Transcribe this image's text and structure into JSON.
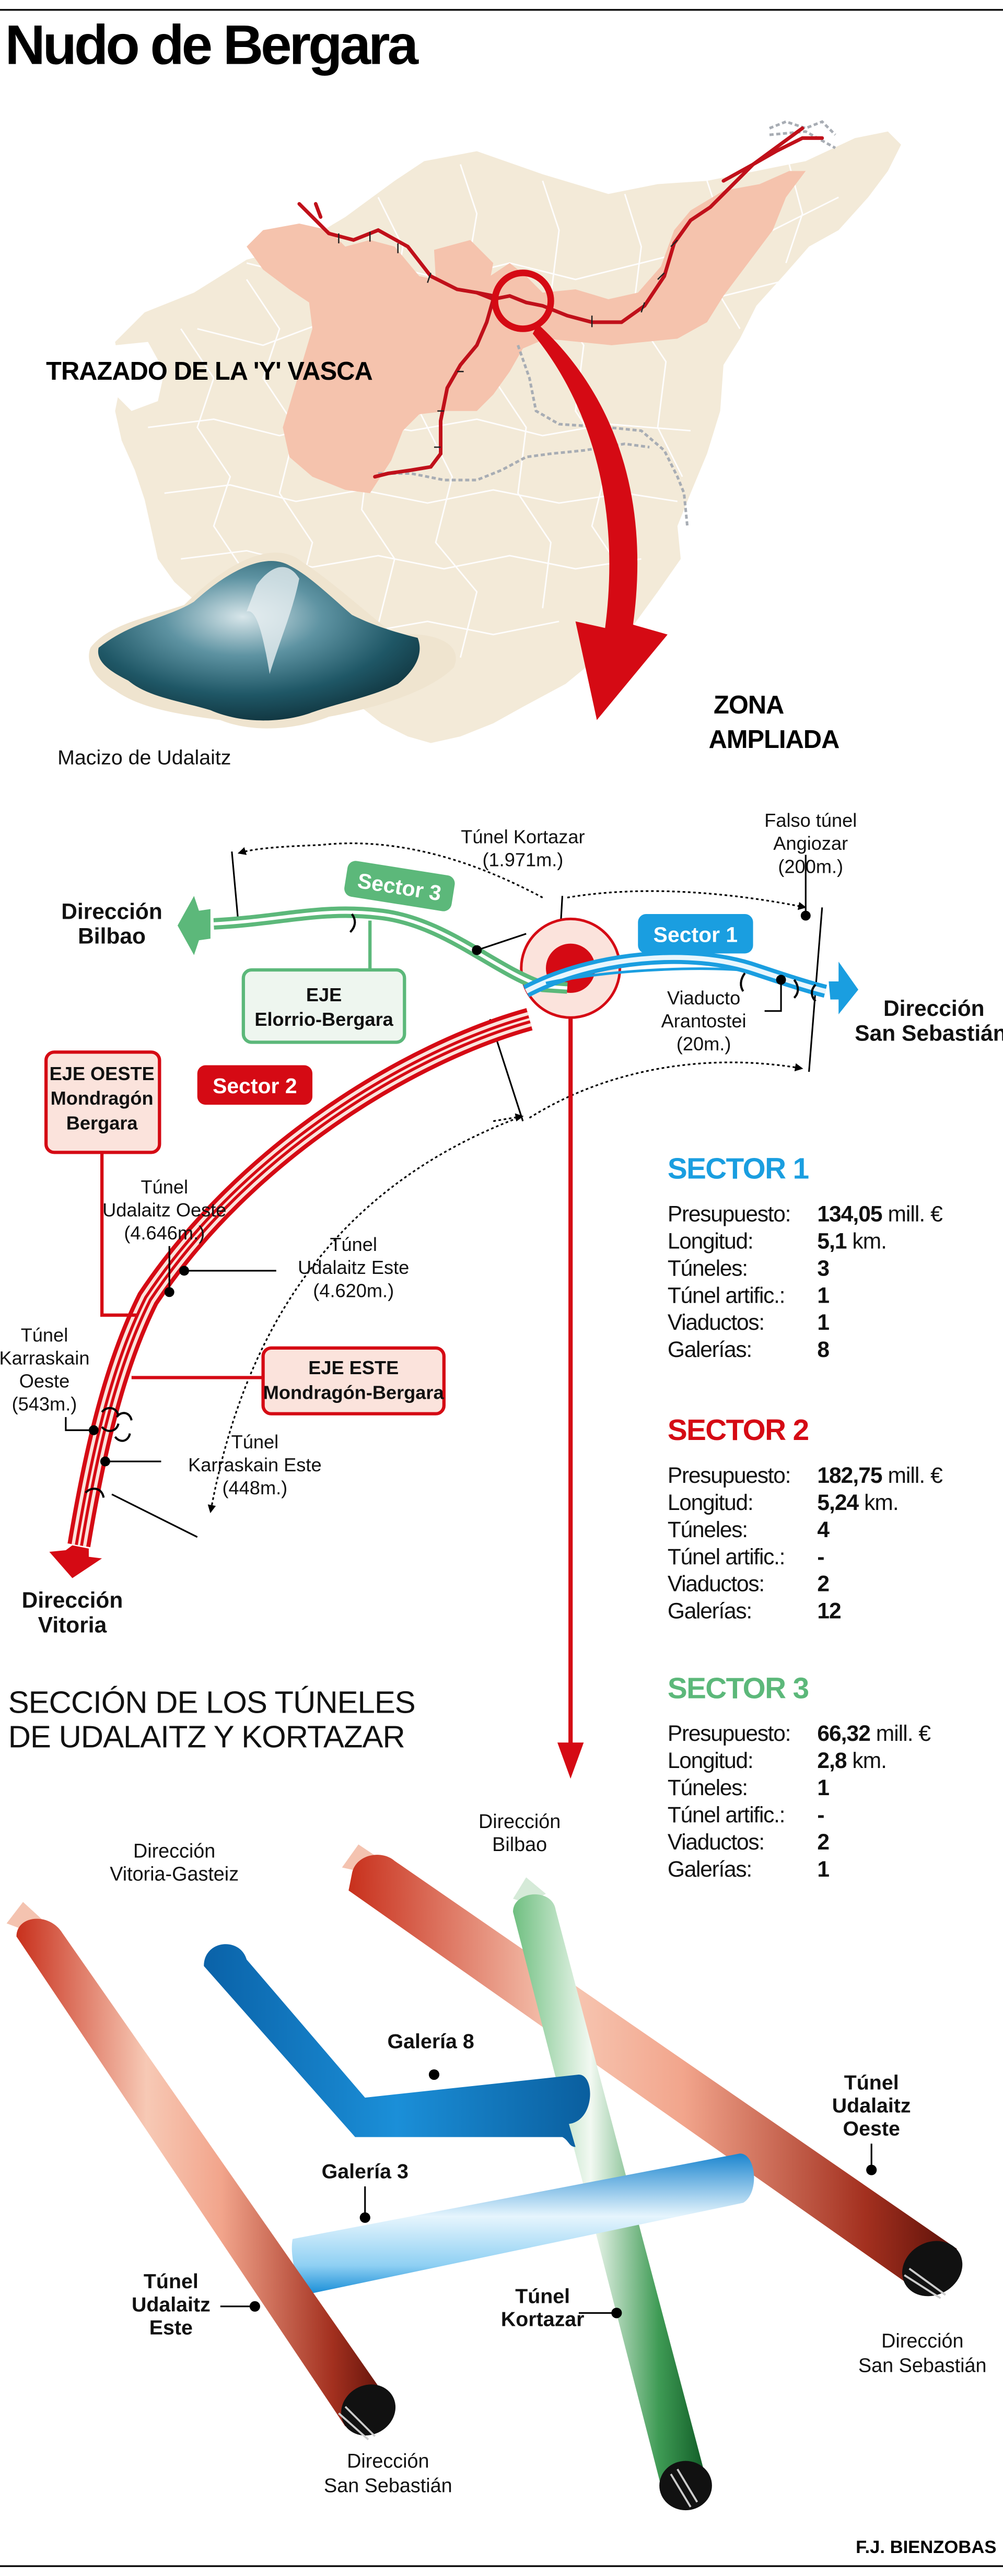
{
  "title": "Nudo de Bergara",
  "credit": "F.J. BIENZOBAS",
  "colors": {
    "sector1": "#1a9ee0",
    "sector2": "#d50a14",
    "sector3": "#5cb87a",
    "map_base": "#f3ead8",
    "map_highlight": "#f5c3ad",
    "box_fill_red": "#fbe3dc",
    "box_fill_green": "#eef6ef"
  },
  "map": {
    "heading": "TRAZADO DE LA 'Y' VASCA",
    "zoom_label_line1": "ZONA",
    "zoom_label_line2": "AMPLIADA",
    "photo_caption": "Macizo de Udalaitz"
  },
  "diagram": {
    "directions": {
      "bilbao": [
        "Dirección",
        "Bilbao"
      ],
      "san_sebastian": [
        "Dirección",
        "San Sebastián"
      ],
      "vitoria": [
        "Dirección",
        "Vitoria"
      ]
    },
    "sector_pills": [
      "Sector 1",
      "Sector 2",
      "Sector 3"
    ],
    "axes": {
      "elorrio": [
        "EJE",
        "Elorrio-Bergara"
      ],
      "oeste": [
        "EJE OESTE",
        "Mondragón",
        "Bergara"
      ],
      "este": [
        "EJE ESTE",
        "Mondragón-Bergara"
      ]
    },
    "annotations": {
      "kortazar": [
        "Túnel Kortazar",
        "(1.971m.)"
      ],
      "angiozar": [
        "Falso túnel",
        "Angiozar",
        "(200m.)"
      ],
      "arantostei": [
        "Viaducto",
        "Arantostei",
        "(20m.)"
      ],
      "udalaitz_oeste": [
        "Túnel",
        "Udalaitz Oeste",
        "(4.646m.)"
      ],
      "udalaitz_este": [
        "Túnel",
        "Udalaitz Este",
        "(4.620m.)"
      ],
      "karraskain_oeste": [
        "Túnel",
        "Karraskain",
        "Oeste",
        "(543m.)"
      ],
      "karraskain_este": [
        "Túnel",
        "Karraskain Este",
        "(448m.)"
      ]
    }
  },
  "sectors": [
    {
      "name": "SECTOR 1",
      "rows": [
        {
          "label": "Presupuesto:",
          "value": "134,05",
          "unit": " mill. €"
        },
        {
          "label": "Longitud:",
          "value": "5,1",
          "unit": " km."
        },
        {
          "label": "Túneles:",
          "value": "3",
          "unit": ""
        },
        {
          "label": "Túnel artific.:",
          "value": "1",
          "unit": ""
        },
        {
          "label": "Viaductos:",
          "value": "1",
          "unit": ""
        },
        {
          "label": "Galerías:",
          "value": "8",
          "unit": ""
        }
      ]
    },
    {
      "name": "SECTOR 2",
      "rows": [
        {
          "label": "Presupuesto:",
          "value": "182,75",
          "unit": " mill. €"
        },
        {
          "label": "Longitud:",
          "value": "5,24",
          "unit": " km."
        },
        {
          "label": "Túneles:",
          "value": "4",
          "unit": ""
        },
        {
          "label": "Túnel artific.:",
          "value": "-",
          "unit": ""
        },
        {
          "label": "Viaductos:",
          "value": "2",
          "unit": ""
        },
        {
          "label": "Galerías:",
          "value": "12",
          "unit": ""
        }
      ]
    },
    {
      "name": "SECTOR 3",
      "rows": [
        {
          "label": "Presupuesto:",
          "value": "66,32",
          "unit": " mill. €"
        },
        {
          "label": "Longitud:",
          "value": "2,8",
          "unit": " km."
        },
        {
          "label": "Túneles:",
          "value": "1",
          "unit": ""
        },
        {
          "label": "Túnel artific.:",
          "value": "-",
          "unit": ""
        },
        {
          "label": "Viaductos:",
          "value": "2",
          "unit": ""
        },
        {
          "label": "Galerías:",
          "value": "1",
          "unit": ""
        }
      ]
    }
  ],
  "section": {
    "title_line1": "SECCIÓN DE LOS TÚNELES",
    "title_line2": "DE UDALAITZ Y KORTAZAR",
    "dir_vitoria_gasteiz": [
      "Dirección",
      "Vitoria-Gasteiz"
    ],
    "dir_bilbao": [
      "Dirección",
      "Bilbao"
    ],
    "dir_ss_left": [
      "Dirección",
      "San Sebastián"
    ],
    "dir_ss_right": [
      "Dirección",
      "San Sebastián"
    ],
    "galeria8": "Galería 8",
    "galeria3": "Galería 3",
    "udalaitz_oeste": [
      "Túnel",
      "Udalaitz",
      "Oeste"
    ],
    "udalaitz_este": [
      "Túnel",
      "Udalaitz",
      "Este"
    ],
    "kortazar": [
      "Túnel",
      "Kortazar"
    ]
  }
}
